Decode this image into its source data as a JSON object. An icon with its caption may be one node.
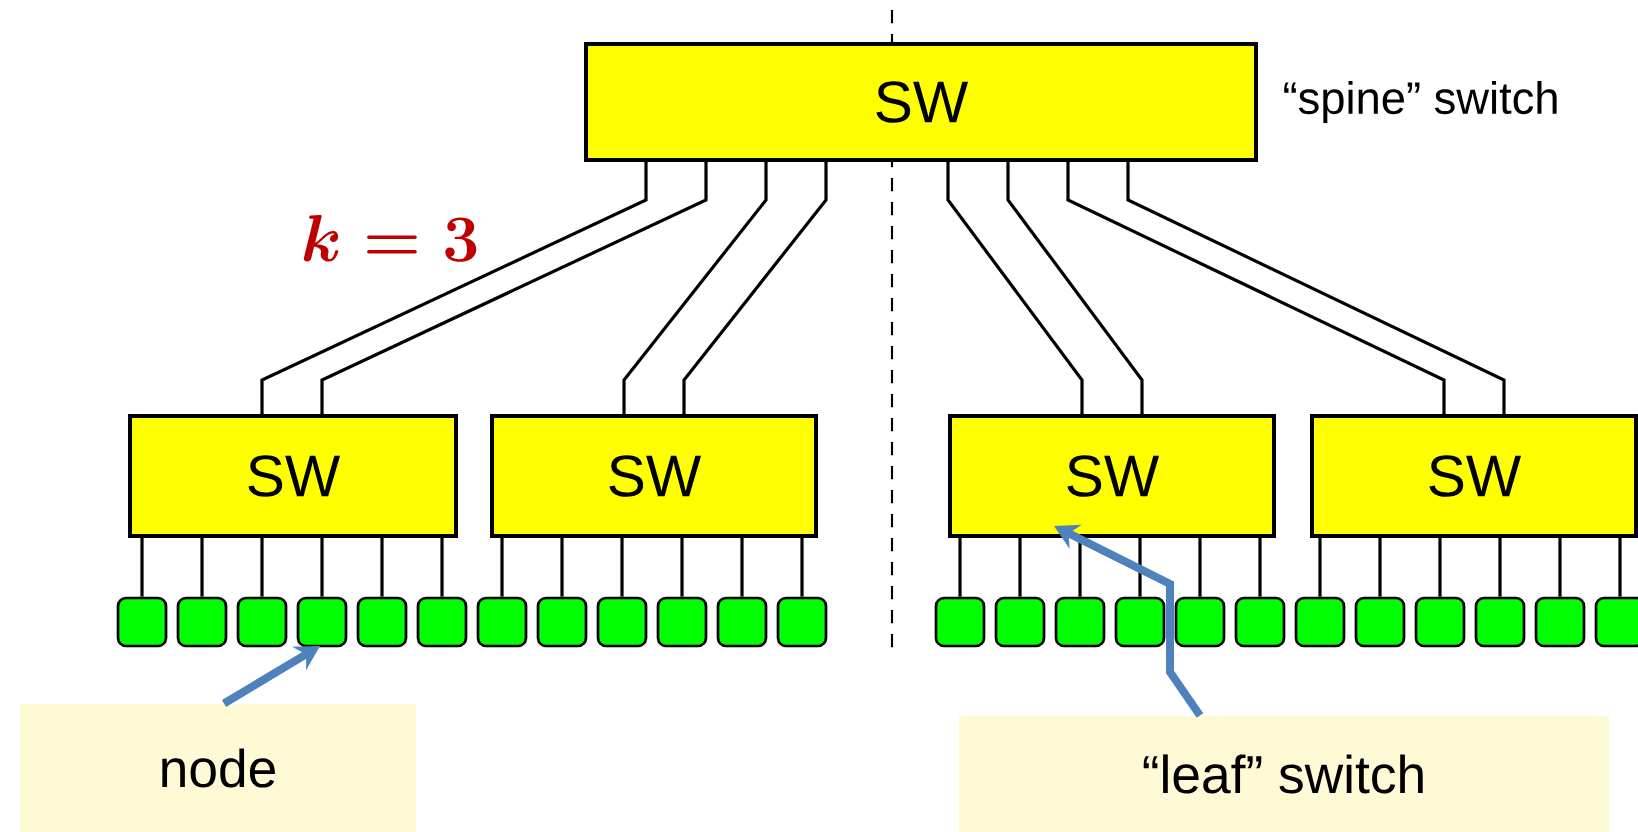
{
  "diagram": {
    "nodes": [
      {
        "text": [
          "SW"
        ],
        "beside": [
          "“spine” switch"
        ]
      },
      {
        "text": [
          "SW"
        ]
      },
      {
        "text": [
          "SW"
        ]
      },
      {
        "text": [
          "SW"
        ]
      },
      {
        "text": [
          "SW"
        ]
      },
      {
        "text": [],
        "shape": "box"
      },
      {
        "text": [],
        "shape": "box"
      },
      {
        "text": [],
        "shape": "box"
      },
      {
        "text": [],
        "shape": "box"
      },
      {
        "text": [],
        "shape": "box"
      },
      {
        "text": [],
        "shape": "box"
      },
      {
        "text": [],
        "shape": "box"
      },
      {
        "text": [],
        "shape": "box"
      },
      {
        "text": [],
        "shape": "box"
      },
      {
        "text": [],
        "shape": "box"
      },
      {
        "text": [],
        "shape": "box"
      },
      {
        "text": [],
        "shape": "box"
      },
      {
        "text": [],
        "shape": "box"
      },
      {
        "text": [],
        "shape": "box"
      },
      {
        "text": [],
        "shape": "box"
      },
      {
        "text": [],
        "shape": "box"
      },
      {
        "text": [],
        "shape": "box"
      },
      {
        "text": [],
        "shape": "box"
      },
      {
        "text": [],
        "shape": "box"
      },
      {
        "text": [],
        "shape": "box"
      },
      {
        "text": [],
        "shape": "box"
      },
      {
        "text": [],
        "shape": "box"
      },
      {
        "text": [],
        "shape": "box"
      },
      {
        "text": [],
        "shape": "box"
      },
      {
        "text": [
          "node"
        ]
      },
      {
        "text": [
          "“leaf” switch"
        ]
      }
    ],
    "edges": [
      {
        "from": 0,
        "to": 1,
        "arrow": "none"
      },
      {
        "from": 0,
        "to": 1,
        "arrow": "none"
      },
      {
        "from": 0,
        "to": 2,
        "arrow": "none"
      },
      {
        "from": 0,
        "to": 2,
        "arrow": "none"
      },
      {
        "from": 0,
        "to": 3,
        "arrow": "none"
      },
      {
        "from": 0,
        "to": 3,
        "arrow": "none"
      },
      {
        "from": 0,
        "to": 4,
        "arrow": "none"
      },
      {
        "from": 0,
        "to": 4,
        "arrow": "none"
      },
      {
        "from": 1,
        "to": 5,
        "arrow": "none"
      },
      {
        "from": 1,
        "to": 6,
        "arrow": "none"
      },
      {
        "from": 1,
        "to": 7,
        "arrow": "none"
      },
      {
        "from": 1,
        "to": 8,
        "arrow": "none"
      },
      {
        "from": 1,
        "to": 9,
        "arrow": "none"
      },
      {
        "from": 1,
        "to": 10,
        "arrow": "none"
      },
      {
        "from": 2,
        "to": 11,
        "arrow": "none"
      },
      {
        "from": 2,
        "to": 12,
        "arrow": "none"
      },
      {
        "from": 2,
        "to": 13,
        "arrow": "none"
      },
      {
        "from": 2,
        "to": 14,
        "arrow": "none"
      },
      {
        "from": 2,
        "to": 15,
        "arrow": "none"
      },
      {
        "from": 2,
        "to": 16,
        "arrow": "none"
      },
      {
        "from": 3,
        "to": 17,
        "arrow": "none"
      },
      {
        "from": 3,
        "to": 18,
        "arrow": "none"
      },
      {
        "from": 3,
        "to": 19,
        "arrow": "none"
      },
      {
        "from": 3,
        "to": 20,
        "arrow": "none"
      },
      {
        "from": 3,
        "to": 21,
        "arrow": "none"
      },
      {
        "from": 3,
        "to": 22,
        "arrow": "none"
      },
      {
        "from": 4,
        "to": 23,
        "arrow": "none"
      },
      {
        "from": 4,
        "to": 24,
        "arrow": "none"
      },
      {
        "from": 4,
        "to": 25,
        "arrow": "none"
      },
      {
        "from": 4,
        "to": 26,
        "arrow": "none"
      },
      {
        "from": 4,
        "to": 27,
        "arrow": "none"
      },
      {
        "from": 4,
        "to": 28,
        "arrow": "none"
      },
      {
        "from": 29,
        "to": 8,
        "arrow": "to",
        "style": "thick",
        "color": "#4f81bd"
      },
      {
        "from": 30,
        "to": 3,
        "arrow": "to",
        "style": "thick",
        "color": "#4f81bd"
      }
    ],
    "labels": [
      "k = 3"
    ]
  }
}
